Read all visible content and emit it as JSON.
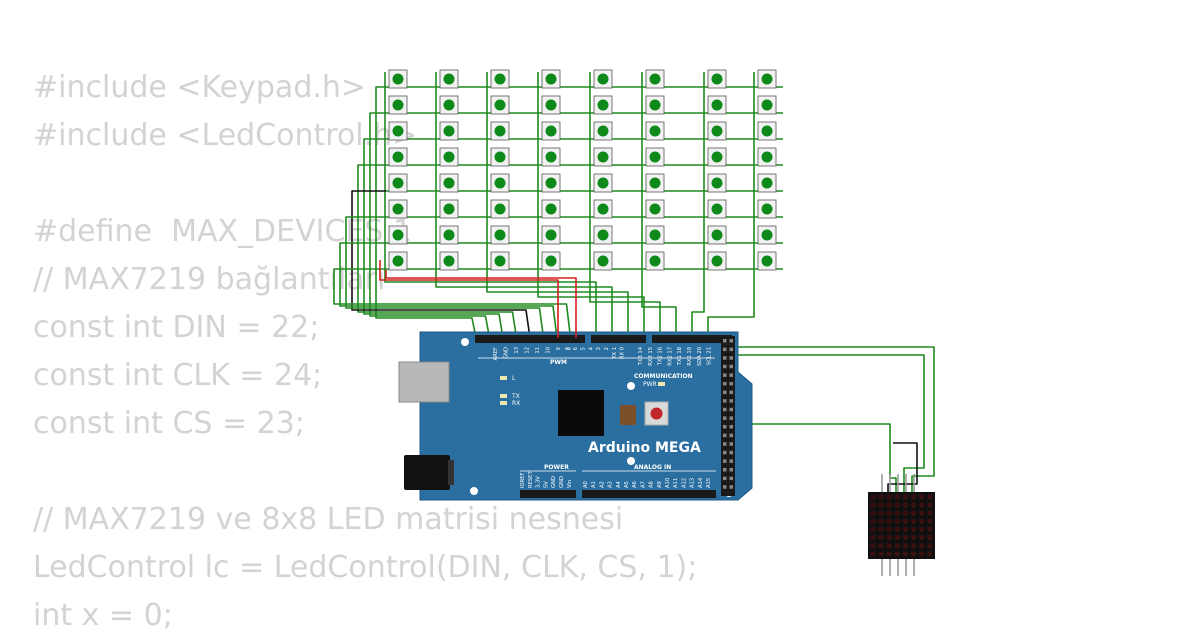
{
  "code_lines": [
    "#include <Keypad.h>",
    "#include <LedControl.h>",
    "",
    "#define  MAX_DEVICES 1",
    "// MAX7219 bağlantıları",
    "const int DIN = 22;",
    "const int CLK = 24;",
    "const int CS = 23;",
    "",
    "// MAX7219 ve 8x8 LED matrisi nesnesi",
    "LedControl lc = LedControl(DIN, CLK, CS, 1);",
    "int x = 0;"
  ],
  "board": {
    "name": "Arduino MEGA",
    "pwm_label": "PWM",
    "communication_label": "COMMUNICATION",
    "power_label": "POWER",
    "analog_label": "ANALOG IN",
    "pwr_led_label": "PWR",
    "led_l_label": "L",
    "led_tx_label": "TX",
    "led_rx_label": "RX",
    "top_pins_left": [
      "AREF",
      "GND",
      "13",
      "12",
      "11",
      "10",
      "9",
      "8"
    ],
    "top_pins_mid": [
      "7",
      "6",
      "5",
      "4",
      "3",
      "2",
      "TX 1",
      "RX 0"
    ],
    "top_pins_right": [
      "TX3 14",
      "RX3 15",
      "TX2 16",
      "RX2 17",
      "TX1 18",
      "RX1 19",
      "SDA 20",
      "SCL 21"
    ],
    "power_pins": [
      "IOREF",
      "RESET",
      "3.3V",
      "5V",
      "GND",
      "GND",
      "Vin"
    ],
    "analog_pins": [
      "A0",
      "A1",
      "A2",
      "A3",
      "A4",
      "A5",
      "A6",
      "A7",
      "A8",
      "A9",
      "A10",
      "A11",
      "A12",
      "A13",
      "A14",
      "A15"
    ]
  },
  "keypad": {
    "rows": 8,
    "cols": 8
  },
  "colors": {
    "board": "#2a6fa0",
    "wire_green": "#1e8a1e",
    "wire_black": "#111111",
    "wire_red": "#d42020",
    "button_green": "#0d8a1a",
    "code_text": "#d3d3d3"
  }
}
